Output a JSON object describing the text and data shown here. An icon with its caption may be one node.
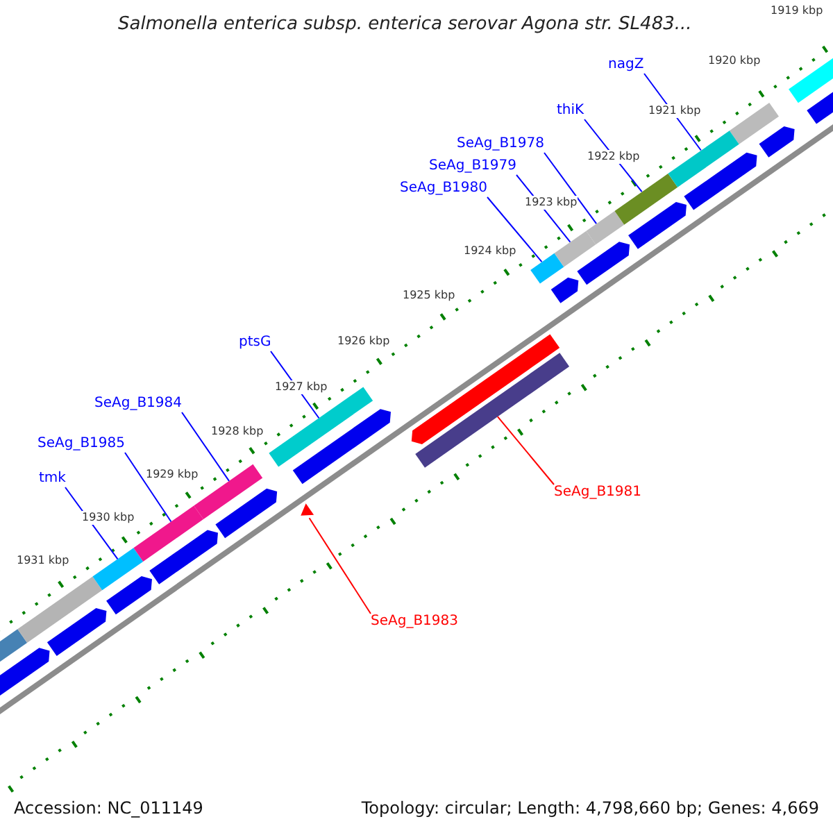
{
  "diagram": {
    "title": "Salmonella enterica subsp. enterica serovar Agona str. SL483...",
    "nodes": [
      {
        "text": [
          "nagZ"
        ]
      },
      {
        "text": [
          "thiK"
        ]
      },
      {
        "text": [
          "SeAg_B1978"
        ]
      },
      {
        "text": [
          "SeAg_B1979"
        ]
      },
      {
        "text": [
          "SeAg_B1980"
        ]
      },
      {
        "text": [
          "ptsG"
        ]
      },
      {
        "text": [
          "SeAg_B1984"
        ]
      },
      {
        "text": [
          "SeAg_B1985"
        ]
      },
      {
        "text": [
          "tmk"
        ]
      },
      {
        "text": [
          "SeAg_B1981"
        ]
      },
      {
        "text": [
          "SeAg_B1983"
        ]
      },
      {
        "text": [],
        "shape": "bar"
      },
      {
        "text": [],
        "shape": "bar"
      },
      {
        "text": [],
        "shape": "bar"
      },
      {
        "text": [],
        "shape": "bar"
      },
      {
        "text": [],
        "shape": "triangle"
      },
      {
        "text": [],
        "shape": "bar"
      },
      {
        "text": [],
        "shape": "bar"
      },
      {
        "text": [],
        "shape": "bar"
      },
      {
        "text": [],
        "shape": "bar"
      },
      {
        "text": [],
        "shape": "bar"
      },
      {
        "text": [],
        "shape": "bar"
      },
      {
        "text": [],
        "shape": "arrow"
      }
    ],
    "edges": [
      {
        "from": 0,
        "to": 21,
        "arrow": "none"
      },
      {
        "from": 1,
        "to": 20,
        "arrow": "none"
      },
      {
        "from": 2,
        "to": 19,
        "arrow": "none"
      },
      {
        "from": 3,
        "to": 18,
        "arrow": "none"
      },
      {
        "from": 4,
        "to": 17,
        "arrow": "none"
      },
      {
        "from": 5,
        "to": 14,
        "arrow": "none"
      },
      {
        "from": 6,
        "to": 13,
        "arrow": "none"
      },
      {
        "from": 7,
        "to": 12,
        "arrow": "none"
      },
      {
        "from": 8,
        "to": 11,
        "arrow": "none"
      },
      {
        "from": 9,
        "to": 16,
        "arrow": "none",
        "color": "#ff0000"
      },
      {
        "from": 10,
        "to": 15,
        "arrow": "none",
        "color": "#ff0000"
      }
    ],
    "labels": [
      "1919 kbp",
      "1920 kbp",
      "1921 kbp",
      "1922 kbp",
      "1923 kbp",
      "1924 kbp",
      "1925 kbp",
      "1926 kbp",
      "1927 kbp",
      "1928 kbp",
      "1929 kbp",
      "1930 kbp",
      "1931 kbp",
      "Accession: NC_011149",
      "Topology: circular; Length: 4,798,660 bp; Genes: 4,669"
    ]
  }
}
